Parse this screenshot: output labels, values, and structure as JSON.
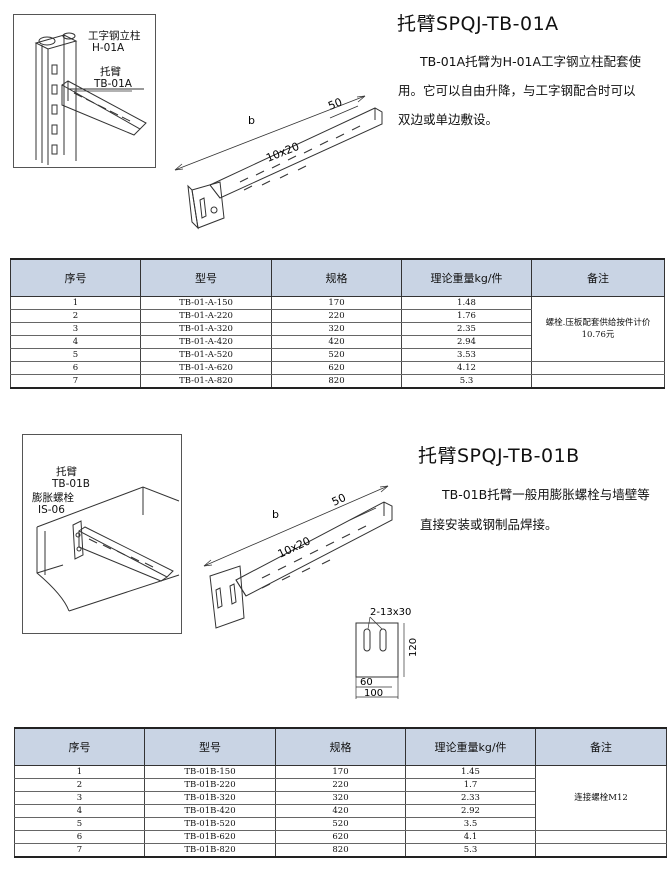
{
  "section_a": {
    "title": "托臂SPQJ-TB-01A",
    "desc": [
      "TB-01A托臂为H-01A工字钢立柱配套使",
      "用。它可以自由升降，与工字钢配合时可以",
      "双边或单边敷设。"
    ],
    "callout_column": [
      "工字钢立柱",
      "H-01A"
    ],
    "callout_arm": [
      "托臂",
      "TB-01A"
    ],
    "dim_b": "b",
    "dim_slot": "10x20",
    "dim_pitch": "50",
    "table": {
      "headers": [
        "序号",
        "型号",
        "规格",
        "理论重量kg/件",
        "备注"
      ],
      "rows": [
        {
          "no": "1",
          "model": "TB-01-A-150",
          "spec": "170",
          "weight": "1.48"
        },
        {
          "no": "2",
          "model": "TB-01-A-220",
          "spec": "220",
          "weight": "1.76"
        },
        {
          "no": "3",
          "model": "TB-01-A-320",
          "spec": "320",
          "weight": "2.35"
        },
        {
          "no": "4",
          "model": "TB-01-A-420",
          "spec": "420",
          "weight": "2.94"
        },
        {
          "no": "5",
          "model": "TB-01-A-520",
          "spec": "520",
          "weight": "3.53"
        },
        {
          "no": "6",
          "model": "TB-01-A-620",
          "spec": "620",
          "weight": "4.12"
        },
        {
          "no": "7",
          "model": "TB-01-A-820",
          "spec": "820",
          "weight": "5.3"
        }
      ],
      "note": [
        "螺栓.压板配套供给按件计价",
        "10.76元"
      ]
    }
  },
  "section_b": {
    "title": "托臂SPQJ-TB-01B",
    "desc": [
      "TB-01B托臂一般用膨胀螺栓与墙壁等",
      "直接安装或钢制品焊接。"
    ],
    "callout_arm": [
      "托臂",
      "TB-01B"
    ],
    "callout_bolt": [
      "膨胀螺栓",
      "IS-06"
    ],
    "dim_b": "b",
    "dim_slot": "10x20",
    "dim_pitch": "50",
    "plate": {
      "holes": "2-13x30",
      "height": "120",
      "inner": "60",
      "width": "100"
    },
    "table": {
      "headers": [
        "序号",
        "型号",
        "规格",
        "理论重量kg/件",
        "备注"
      ],
      "rows": [
        {
          "no": "1",
          "model": "TB-01B-150",
          "spec": "170",
          "weight": "1.45"
        },
        {
          "no": "2",
          "model": "TB-01B-220",
          "spec": "220",
          "weight": "1.7"
        },
        {
          "no": "3",
          "model": "TB-01B-320",
          "spec": "320",
          "weight": "2.33"
        },
        {
          "no": "4",
          "model": "TB-01B-420",
          "spec": "420",
          "weight": "2.92"
        },
        {
          "no": "5",
          "model": "TB-01B-520",
          "spec": "520",
          "weight": "3.5"
        },
        {
          "no": "6",
          "model": "TB-01B-620",
          "spec": "620",
          "weight": "4.1"
        },
        {
          "no": "7",
          "model": "TB-01B-820",
          "spec": "820",
          "weight": "5.3"
        }
      ],
      "note": [
        "连接螺栓M12"
      ]
    }
  }
}
